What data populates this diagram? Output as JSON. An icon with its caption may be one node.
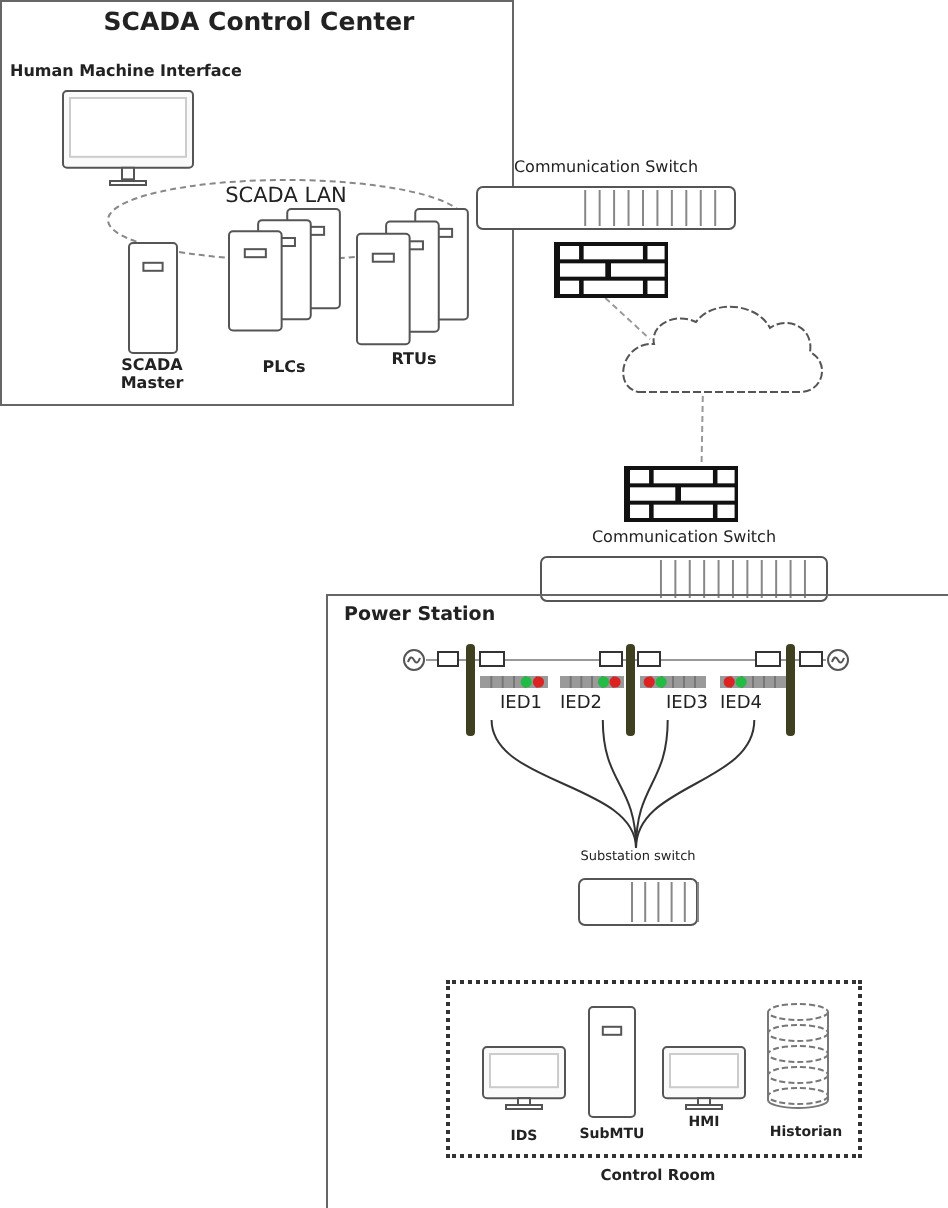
{
  "diagram": {
    "nodes": [
      {
        "text": [
          "SCADA Control Center"
        ]
      },
      {
        "text": [
          "Human Machine Interface"
        ],
        "in": 0
      },
      {
        "text": [
          "SCADA LAN"
        ],
        "in": 0
      },
      {
        "text": [
          "SCADA Master"
        ],
        "in": 0
      },
      {
        "text": [
          "PLCs"
        ],
        "in": 0
      },
      {
        "text": [
          "RTUs"
        ],
        "in": 0
      },
      {
        "text": [
          "Communication Switch"
        ]
      },
      {
        "text": [],
        "shape": "picture"
      },
      {
        "text": [],
        "shape": "cloud"
      },
      {
        "text": [],
        "shape": "picture"
      },
      {
        "text": [
          "Communication Switch"
        ]
      },
      {
        "text": [
          "Power Station"
        ]
      },
      {
        "text": [
          "IED1"
        ],
        "in": 11
      },
      {
        "text": [
          "IED2"
        ],
        "in": 11
      },
      {
        "text": [
          "IED3"
        ],
        "in": 11
      },
      {
        "text": [
          "IED4"
        ],
        "in": 11
      },
      {
        "text": [
          "Substation switch"
        ],
        "in": 11
      },
      {
        "text": [
          "Control Room"
        ],
        "in": 11
      },
      {
        "text": [
          "IDS"
        ],
        "in": 17
      },
      {
        "text": [
          "SubMTU"
        ],
        "in": 17
      },
      {
        "text": [
          "HMI"
        ],
        "in": 17
      },
      {
        "text": [
          "Historian"
        ],
        "in": 17
      }
    ],
    "edges": [
      {
        "from": 7,
        "to": 8,
        "arrow": "none",
        "style": "dashed",
        "color": "#999999"
      },
      {
        "from": 8,
        "to": 9,
        "arrow": "none",
        "style": "dashed",
        "color": "#999999"
      },
      {
        "from": 12,
        "to": 16,
        "arrow": "none"
      },
      {
        "from": 13,
        "to": 16,
        "arrow": "none"
      },
      {
        "from": 14,
        "to": 16,
        "arrow": "none"
      },
      {
        "from": 15,
        "to": 16,
        "arrow": "none"
      }
    ]
  }
}
